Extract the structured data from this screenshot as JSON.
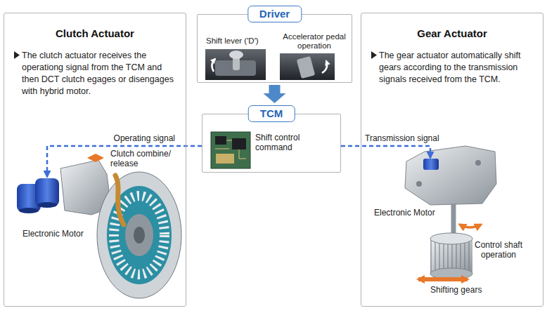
{
  "diagram": {
    "nodes": [
      {
        "text": [
          "Clutch Actuator",
          "The clutch actuator receives the operationg signal from the TCM and then DCT clutch egages or disengages with hybrid motor."
        ]
      },
      {
        "text": [
          "Driver",
          "Shift lever ('D')",
          "Accelerator pedal operation"
        ]
      },
      {
        "text": [
          "TCM",
          "Shift control command"
        ]
      },
      {
        "text": [
          "Gear Actuator",
          "The gear actuator automatically shift gears according to the transmission signals received from the TCM."
        ]
      }
    ],
    "edges": [
      {
        "from": 1,
        "to": 2,
        "arrow": "to"
      },
      {
        "from": 2,
        "to": 0,
        "label": "Operating signal",
        "arrow": "to"
      },
      {
        "from": 2,
        "to": 3,
        "label": "Transmission signal",
        "arrow": "to"
      }
    ],
    "labels": [
      "Clutch combine/ release",
      "Electronic Motor",
      "Electronic Motor",
      "Control shaft operation",
      "Shifting gears"
    ]
  }
}
